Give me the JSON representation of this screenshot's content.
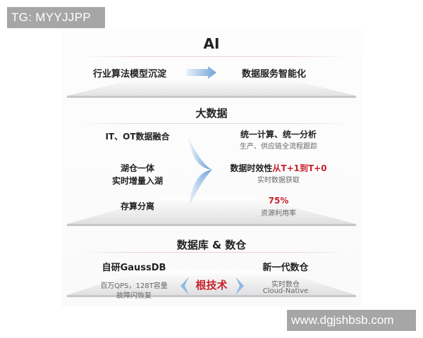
{
  "watermarks": {
    "top_left": "TG: MYYJJPP",
    "bottom_right": "www.dgjshbsb.com"
  },
  "layers": {
    "ai": {
      "title": "AI",
      "left_text": "行业算法模型沉淀",
      "arrow_icon": "right-arrow",
      "right_text": "数据服务智能化"
    },
    "bigdata": {
      "title": "大数据",
      "left_items": [
        "IT、OT数据融合",
        "湖仓一体",
        "实时增量入湖",
        "存算分离"
      ],
      "right_items": [
        {
          "title": "统一计算、统一分析",
          "subtitle": "生产、供应链全流程跟踪"
        },
        {
          "title_prefix": "数据时效性",
          "title_highlight": "从T+1到T+0",
          "subtitle": "实时数据获取"
        },
        {
          "title_highlight": "75%",
          "subtitle": "资源利用率"
        }
      ]
    },
    "database": {
      "title": "数据库 & 数仓",
      "left": {
        "title": "自研GaussDB",
        "line1": "百万QPS，128T容量",
        "line2": "故障闪恢复"
      },
      "center": "根技术",
      "right": {
        "title": "新一代数仓",
        "line1": "实时数仓",
        "line2": "Cloud-Native"
      }
    }
  },
  "colors": {
    "accent_red": "#c8232c",
    "arrow_blue": "#6fa3d8",
    "base_gray": "#c9c9c9"
  }
}
